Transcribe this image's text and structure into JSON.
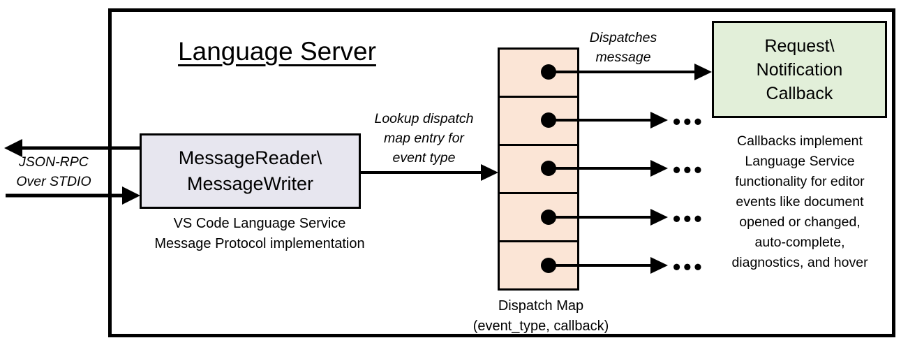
{
  "title": "Language Server",
  "io_label": "JSON-RPC\nOver STDIO",
  "reader_box": {
    "label": "MessageReader\\\nMessageWriter",
    "caption": "VS Code Language Service\nMessage Protocol implementation"
  },
  "lookup_label": "Lookup dispatch\nmap entry for\nevent type",
  "dispatches_label": "Dispatches\nmessage",
  "dispatch_map": {
    "caption": "Dispatch Map\n(event_type, callback)",
    "cell_count": 5
  },
  "callback_box": {
    "label": "Request\\\nNotification\nCallback"
  },
  "callbacks_note": "Callbacks implement\nLanguage Service\nfunctionality for editor\nevents like document\nopened or changed,\nauto-complete,\ndiagnostics, and hover",
  "ellipsis": "•••",
  "colors": {
    "line": "#000000",
    "reader_fill": "#e7e6ef",
    "map_fill": "#fbe5d6",
    "callback_fill": "#e2efd9",
    "background": "#ffffff"
  }
}
